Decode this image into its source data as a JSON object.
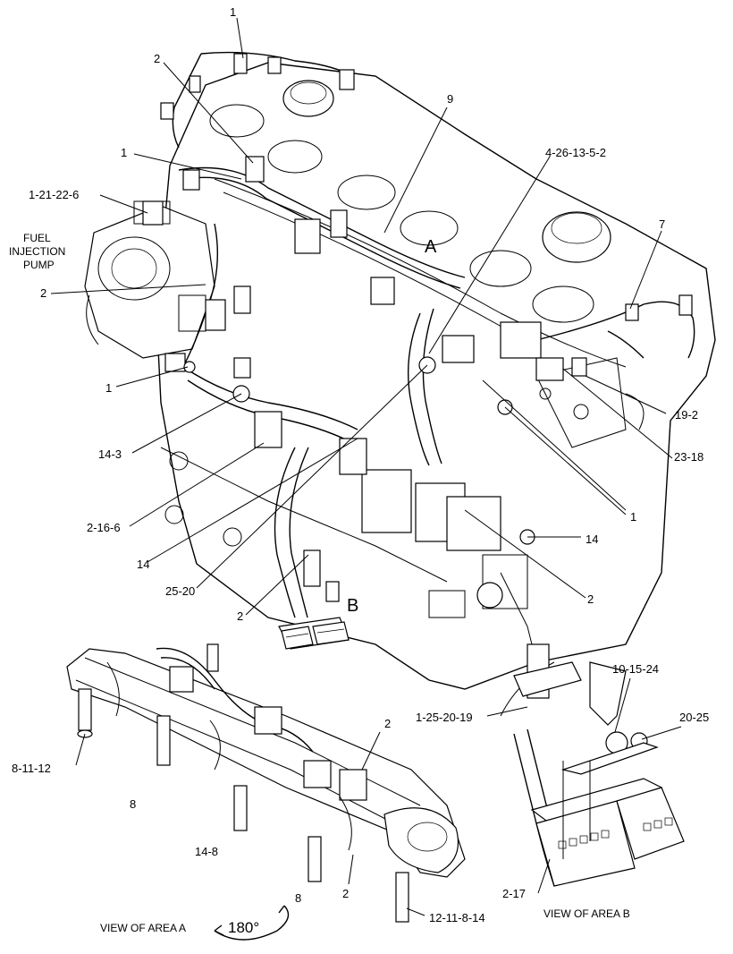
{
  "callouts": {
    "c_1_top": "1",
    "c_2_top": "2",
    "c_9": "9",
    "c_4_26": "4-26-13-5-2",
    "c_1_mid": "1",
    "c_1_21": "1-21-22-6",
    "c_7": "7",
    "c_2_left": "2",
    "c_1_left": "1",
    "c_19_2": "19-2",
    "c_23_18": "23-18",
    "c_14_3": "14-3",
    "c_2_16": "2-16-6",
    "c_1_right": "1",
    "c_14_right": "14",
    "c_14_mid": "14",
    "c_25_20": "25-20",
    "c_2_right": "2",
    "c_2_lower": "2",
    "c_10_15": "10-15-24",
    "c_20_25": "20-25",
    "c_1_25": "1-25-20-19",
    "c_2_viewA": "2",
    "c_8_11": "8-11-12",
    "c_8_a": "8",
    "c_14_8": "14-8",
    "c_8_b": "8",
    "c_2_bottom": "2",
    "c_12_11": "12-11-8-14",
    "c_2_17": "2-17"
  },
  "fuel_pump_label": [
    "FUEL",
    "INJECTION",
    "PUMP"
  ],
  "area_a_marker": "A",
  "area_b_marker": "B",
  "view_a_caption": "VIEW OF AREA  A",
  "view_b_caption": "VIEW OF AREA  B",
  "rotation_label": "180°"
}
